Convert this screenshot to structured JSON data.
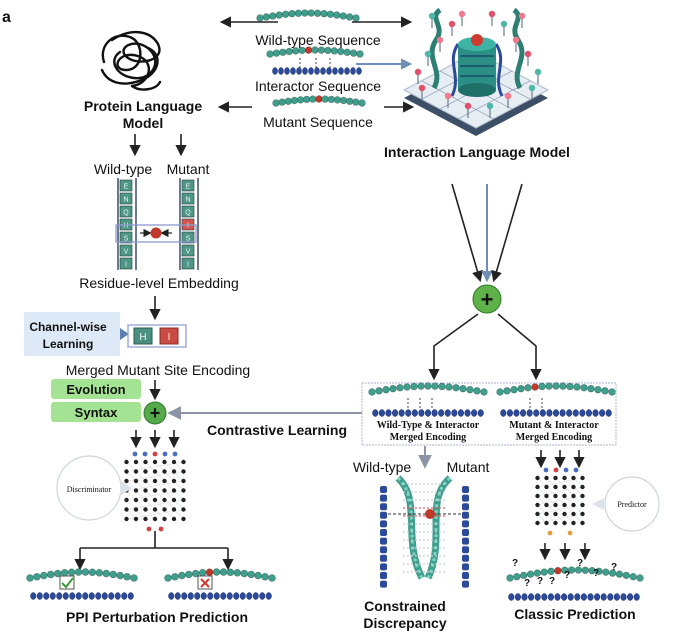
{
  "corner_letter": "a",
  "sequences": {
    "wild_type": "Wild-type Sequence",
    "interactor": "Interactor Sequence",
    "mutant": "Mutant Sequence"
  },
  "models": {
    "protein_lm": [
      "Protein Language",
      "Model"
    ],
    "interaction_lm": "Interaction Language Model"
  },
  "residues": {
    "wild_type_label": "Wild-type",
    "mutant_label": "Mutant",
    "wild_type_letters": [
      "E",
      "N",
      "Q",
      "H",
      "S",
      "V",
      "I"
    ],
    "mutant_letters": [
      "E",
      "N",
      "Q",
      "I",
      "S",
      "V",
      "I"
    ],
    "embedding_label": "Residue-level Embedding"
  },
  "channel": {
    "label": [
      "Channel-wise",
      "Learning"
    ],
    "tokens": [
      "H",
      "I"
    ]
  },
  "merged_site": "Merged Mutant Site Encoding",
  "tags": {
    "evolution": "Evolution",
    "syntax": "Syntax"
  },
  "contrastive": "Contrastive Learning",
  "merged_encodings": {
    "wild_type": [
      "Wild-Type & Interactor",
      "Merged Encoding"
    ],
    "mutant": [
      "Mutant & Interactor",
      "Merged Encoding"
    ]
  },
  "discriminator": "Discriminator",
  "predictor": "Predictor",
  "discrepancy": {
    "wild_type": "Wild-type",
    "mutant": "Mutant",
    "title": [
      "Constrained",
      "Discrepancy"
    ]
  },
  "outputs": {
    "ppi": "PPI Perturbation Prediction",
    "classic": "Classic Prediction",
    "question_mark": "?"
  },
  "colors": {
    "teal": "#3f9e8c",
    "navy": "#2c4a9a",
    "red": "#c0392b",
    "green": "#5fb24a",
    "light_green": "#9fe08b",
    "light_blue": "#dde9f6",
    "arrow": "#222222",
    "blue_arrow": "#6f8fb5",
    "gray_arrow": "#8b95a5"
  }
}
